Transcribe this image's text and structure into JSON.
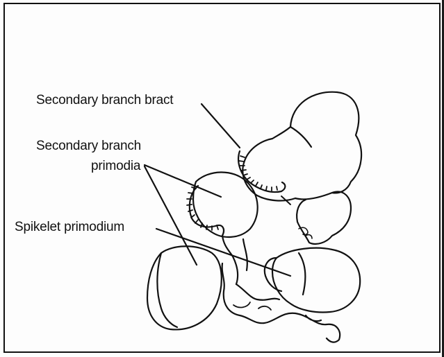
{
  "labels": {
    "bract": "Secondary branch bract",
    "primodia_line1": "Secondary branch",
    "primodia_line2": "primodia",
    "spikelet": "Spikelet primodium"
  },
  "colors": {
    "ink": "#111111",
    "paper": "#fdfdfd"
  }
}
